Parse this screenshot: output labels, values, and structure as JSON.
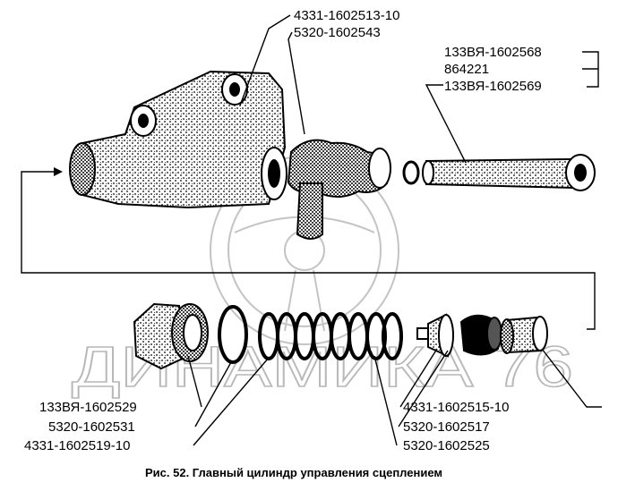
{
  "labels": {
    "top_1": "4331-1602513-10",
    "top_2": "5320-1602543",
    "right_1": "133ВЯ-1602568",
    "right_2": "864221",
    "right_3": "133ВЯ-1602569",
    "bottom_left_1": "133ВЯ-1602529",
    "bottom_left_2": "5320-1602531",
    "bottom_left_3": "4331-1602519-10",
    "bottom_right_1": "4331-1602515-10",
    "bottom_right_2": "5320-1602517",
    "bottom_right_3": "5320-1602525"
  },
  "caption": "Рис. 52. Главный цилиндр управления сцеплением",
  "watermark": "ДИНАМИКА 76",
  "colors": {
    "ink": "#000000",
    "watermark": "#b8b8b8",
    "paper": "#ffffff"
  }
}
